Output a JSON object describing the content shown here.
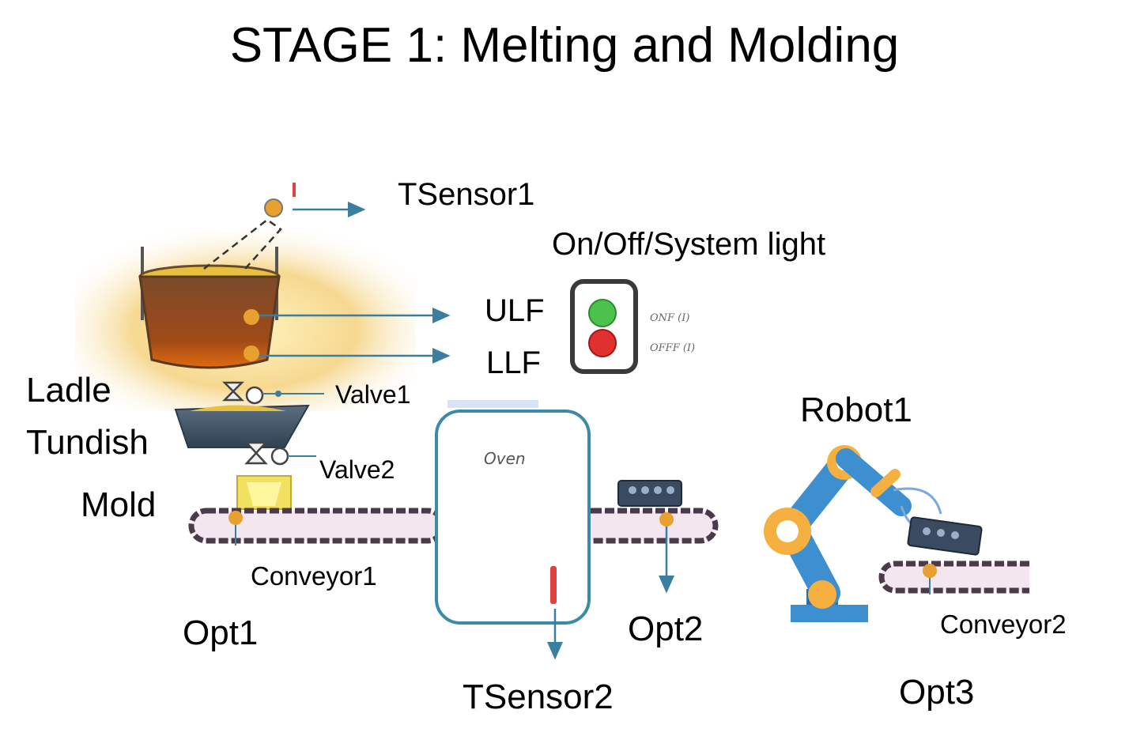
{
  "title": "STAGE 1: Melting and Molding",
  "labels": {
    "tsensor1": "TSensor1",
    "system_light": "On/Off/System light",
    "ulf": "ULF",
    "llf": "LLF",
    "ladle": "Ladle",
    "tundish": "Tundish",
    "mold": "Mold",
    "valve1": "Valve1",
    "valve2": "Valve2",
    "conveyor1": "Conveyor1",
    "opt1": "Opt1",
    "oven": "Oven",
    "tsensor2": "TSensor2",
    "opt2": "Opt2",
    "robot1": "Robot1",
    "conveyor2": "Conveyor2",
    "opt3": "Opt3",
    "light_on": "ONF (I)",
    "light_off": "OFFF (I)"
  },
  "colors": {
    "arrow": "#3a7fa0",
    "sensor_dot": "#e8a030",
    "oven_border": "#3a8aa8",
    "ladle_body": "#8a4a20",
    "robot_blue": "#3d8fd0",
    "robot_orange": "#f5b040",
    "green_light": "#4cc24c",
    "red_light": "#e03030",
    "belt_dark": "#4a3a4a",
    "belt_light": "#f4e6ee"
  }
}
